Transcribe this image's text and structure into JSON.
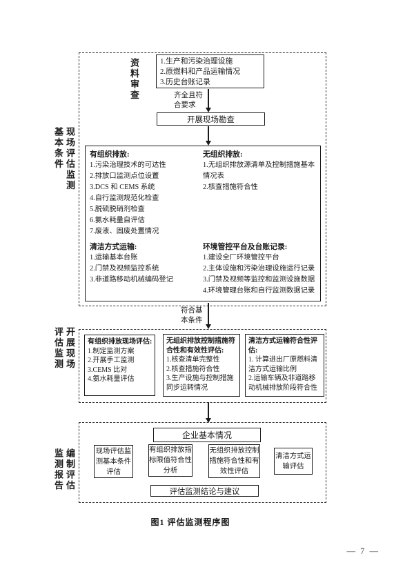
{
  "colors": {
    "ink": "#1a1a1a",
    "background": "#ffffff"
  },
  "stage1": {
    "side_label": "现场评估监测基本条件",
    "review_label": "资料审查",
    "doc_box": {
      "items": [
        "1.生产和污染治理设施",
        "2.原燃料和产品运输情况",
        "3.历史台账记录"
      ]
    },
    "arrow1_label": "齐全且符合要求",
    "survey_box": "开展现场勘查",
    "main_box": {
      "organized": {
        "title": "有组织排放:",
        "items": [
          "1.污染治理技术的可达性",
          "2.排放口监测点位设置",
          "3.DCS 和 CEMS 系统",
          "4.自行监测规范化检查",
          "5.脱硫脱硝剂检查",
          "6.氨水耗量自评估",
          "7.废液、固废处置情况"
        ]
      },
      "unorganized": {
        "title": "无组织排放:",
        "items": [
          "1.无组织排放源清单及控制措施基本情况表",
          "2.核查措施符合性"
        ]
      },
      "clean_transport": {
        "title": "清洁方式运输:",
        "items": [
          "1.运输基本台账",
          "2.门禁及视频监控系统",
          "3.非道路移动机械编码登记"
        ]
      },
      "platform": {
        "title": "环境管控平台及台账记录:",
        "items": [
          "1.建设全厂环境管控平台",
          "2.主体设施和污染治理设施运行记录",
          "3.门禁及视频等监控和监测设施数据",
          "4.环境管理台账和自行监测数据记录"
        ]
      }
    },
    "arrow2_label": "符合基本条件"
  },
  "stage2": {
    "side_label": "开展现场评估监测",
    "boxes": [
      {
        "title": "有组织排放现场评估:",
        "items": [
          "1.制定监测方案",
          "2.开展手工监测",
          "3.CEMS 比对",
          "4.氨水耗量评估"
        ]
      },
      {
        "title": "无组织排放控制措施符合性和有效性评估:",
        "items": [
          "1.核查清单完整性",
          "2.核查措施符合性",
          "3.生产设施与控制措施同步运转情况"
        ]
      },
      {
        "title": "清洁方式运输符合性评估:",
        "items": [
          "1. 计算进出厂原燃料清洁方式运输比例",
          "2.运输车辆及非道路移动机械排放阶段符合性"
        ]
      }
    ]
  },
  "stage3": {
    "side_label": "编制评估监测报告",
    "top_box": "企业基本情况",
    "report_boxes": [
      "现场评估监测基本条件评估",
      "有组织排放指标限值符合性分析",
      "无组织排放控制措施符合性和有效性评估",
      "清洁方式运输评估"
    ],
    "bottom_box": "评估监测结论与建议"
  },
  "caption": "图1  评估监测程序图",
  "page_number": "— 7 —"
}
